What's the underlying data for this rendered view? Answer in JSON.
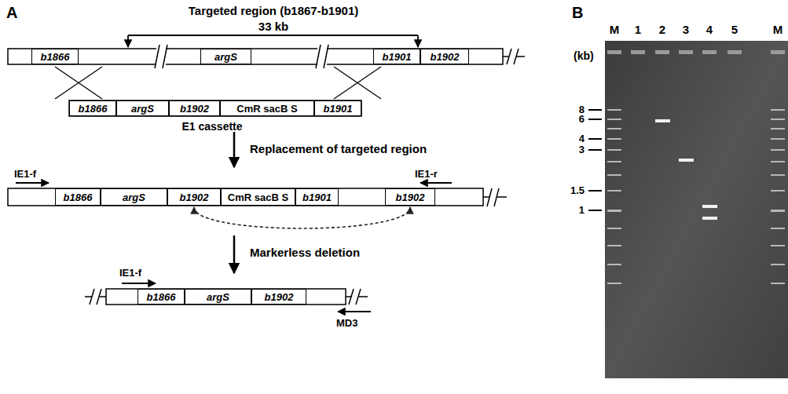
{
  "diagram": {
    "nodes": [
      {
        "text": [
          "b1866"
        ]
      },
      {
        "text": [
          "argS"
        ]
      },
      {
        "text": [
          "b1901"
        ]
      },
      {
        "text": [
          "b1902"
        ]
      },
      {
        "text": [
          "b1866"
        ]
      },
      {
        "text": [
          "argS"
        ]
      },
      {
        "text": [
          "b1902"
        ]
      },
      {
        "text": [
          "CmR sacB S"
        ]
      },
      {
        "text": [
          "b1901"
        ]
      },
      {
        "text": [
          "b1866"
        ]
      },
      {
        "text": [
          "argS"
        ]
      },
      {
        "text": [
          "b1902"
        ]
      },
      {
        "text": [
          "CmR sacB S"
        ]
      },
      {
        "text": [
          "b1901"
        ]
      },
      {
        "text": [
          "b1902"
        ]
      },
      {
        "text": [
          "b1866"
        ]
      },
      {
        "text": [
          "argS"
        ]
      },
      {
        "text": [
          "b1902"
        ]
      }
    ],
    "edges": [
      {
        "from": 11,
        "to": 14,
        "arrow": "both"
      }
    ],
    "labels": [
      "A",
      "Targeted region (b1867-b1901)",
      "33 kb",
      "E1 cassette",
      "Replacement of targeted region",
      "IE1-f",
      "IE1-r",
      "Markerless deletion",
      "IE1-f",
      "MD3",
      "B",
      "M",
      "1",
      "2",
      "3",
      "4",
      "5",
      "M",
      "(kb)",
      "8",
      "6",
      "4",
      "3",
      "1.5",
      "1"
    ]
  }
}
